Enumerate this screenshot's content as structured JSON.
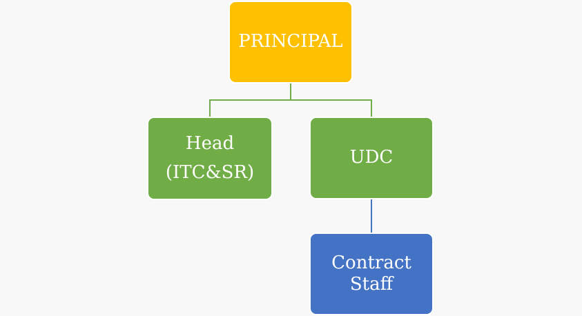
{
  "diagram": {
    "nodes": {
      "principal": {
        "label": "PRINCIPAL",
        "color": "#ffc000"
      },
      "head": {
        "lines": [
          "Head",
          "(ITC&SR)"
        ],
        "color": "#70ad47"
      },
      "udc": {
        "label": "UDC",
        "color": "#70ad47"
      },
      "contract_staff": {
        "lines": [
          "Contract",
          "Staff"
        ],
        "color": "#4472c4"
      }
    },
    "edges": [
      {
        "from": "principal",
        "to": "head",
        "color": "#70ad47"
      },
      {
        "from": "principal",
        "to": "udc",
        "color": "#70ad47"
      },
      {
        "from": "udc",
        "to": "contract_staff",
        "color": "#4472c4"
      }
    ]
  }
}
